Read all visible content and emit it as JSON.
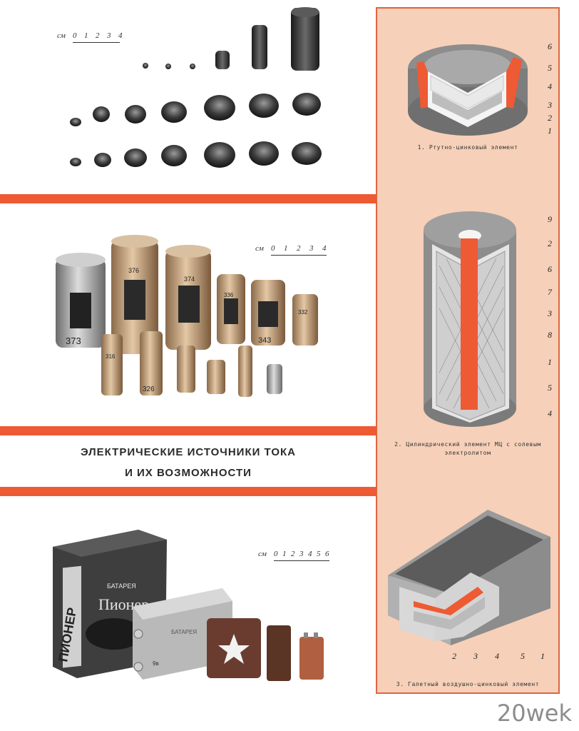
{
  "title": {
    "line1": "ЭЛЕКТРИЧЕСКИЕ ИСТОЧНИКИ ТОКА",
    "line2": "И ИХ ВОЗМОЖНОСТИ"
  },
  "scales": {
    "top": {
      "unit": "см",
      "ticks": [
        "0",
        "1",
        "2",
        "3",
        "4"
      ]
    },
    "middle": {
      "unit": "см",
      "ticks": [
        "0",
        "1",
        "2",
        "3",
        "4"
      ]
    },
    "bottom": {
      "unit": "см",
      "ticks": [
        "0",
        "1",
        "2",
        "3",
        "4",
        "5",
        "6"
      ]
    }
  },
  "batteries": {
    "cells": [
      "373",
      "376",
      "374",
      "336",
      "343",
      "332",
      "316",
      "326"
    ],
    "pack_brand": "ПИОНЕР",
    "pack_type": "БАТАРЕЯ",
    "pack_brand_short": "Пионер",
    "small_pack_text": "БАТАРЕЯ",
    "small_pack_volt": "9в"
  },
  "diagrams": [
    {
      "caption": "1. Ртутно-цинковый элемент",
      "callouts": [
        "6",
        "5",
        "4",
        "3",
        "2",
        "1"
      ]
    },
    {
      "caption_line1": "2. Цилиндрический элемент МЦ с солевым",
      "caption_line2": "электролитом",
      "callouts": [
        "9",
        "2",
        "6",
        "7",
        "3",
        "8",
        "1",
        "5",
        "4"
      ]
    },
    {
      "caption": "3. Галетный воздушно-цинковый элемент",
      "callouts": [
        "2",
        "3",
        "4",
        "5",
        "1"
      ]
    }
  ],
  "watermark": "20wek",
  "colors": {
    "accent": "#ee5a33",
    "panel": "#f6d0b9",
    "metal": "#8d8d8d"
  }
}
